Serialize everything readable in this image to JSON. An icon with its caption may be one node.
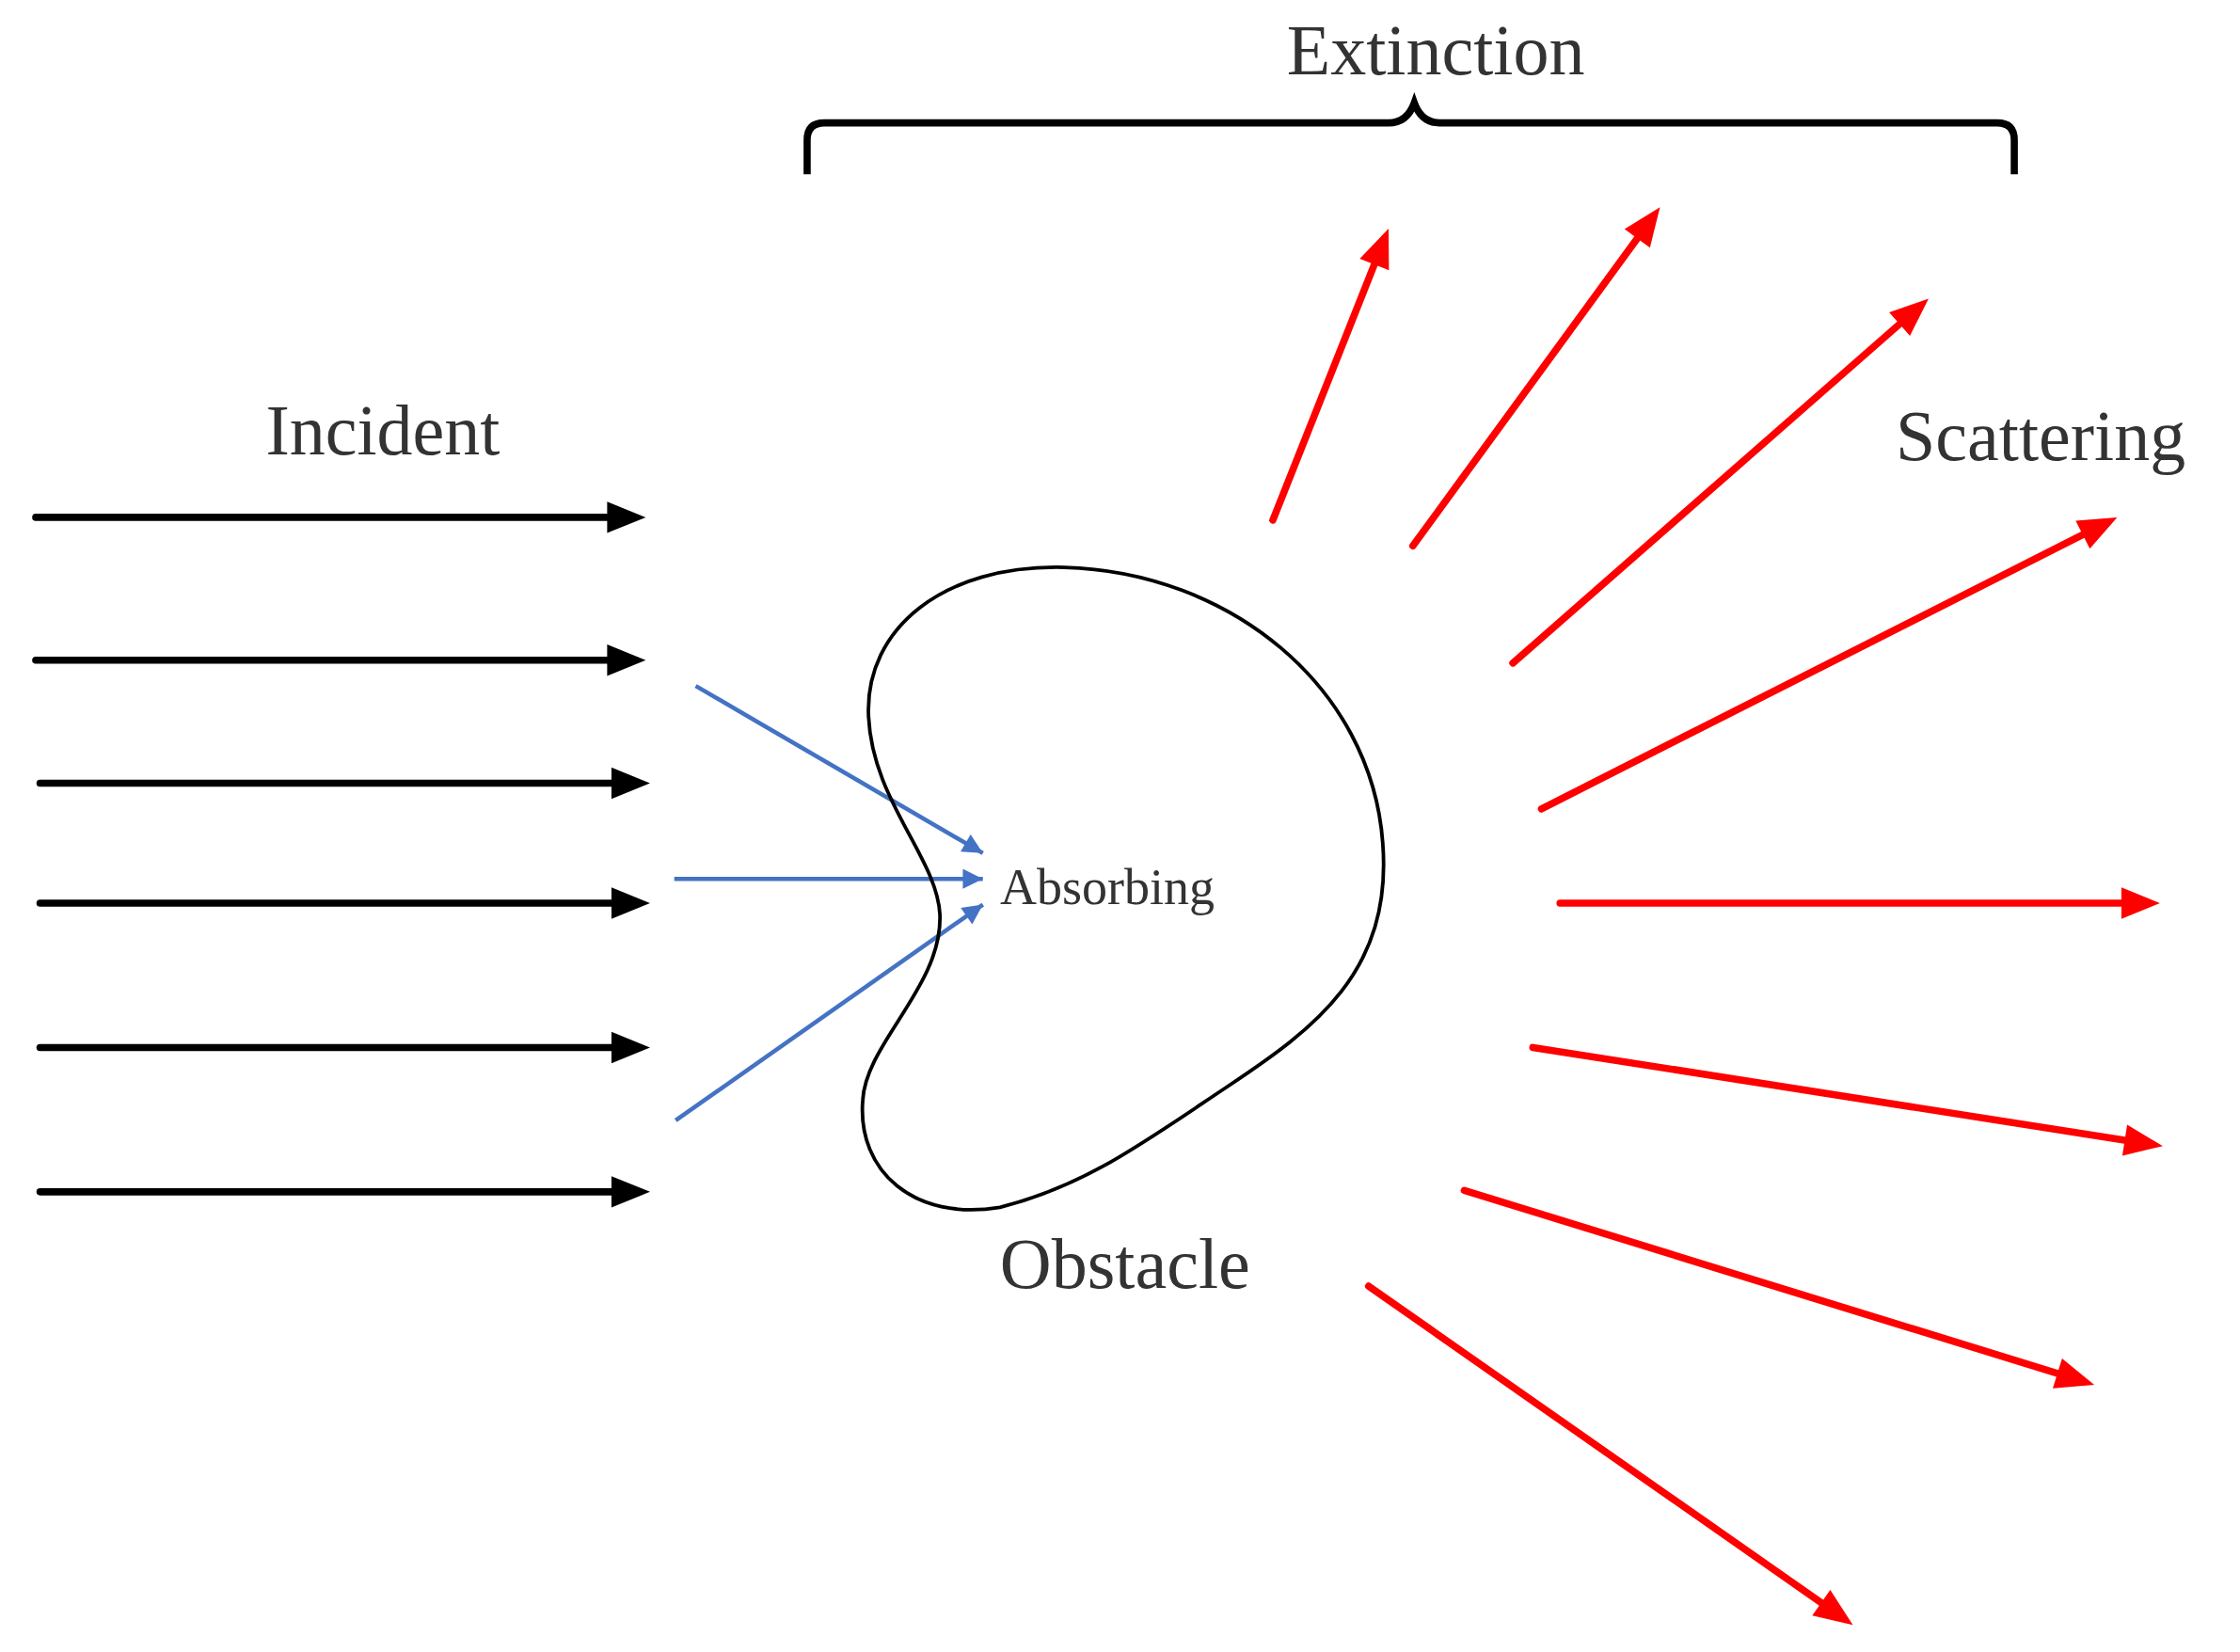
{
  "diagram": {
    "nodes": [
      {
        "text": [
          "Obstacle"
        ]
      },
      {
        "text": [
          "Absorbing"
        ],
        "in": 0
      }
    ],
    "edges": [
      {
        "from": null,
        "to": 1,
        "arrow": "to"
      },
      {
        "from": null,
        "to": 1,
        "arrow": "to"
      },
      {
        "from": null,
        "to": 1,
        "arrow": "to"
      }
    ],
    "labels": [
      "Extinction",
      "Incident",
      "Scattering"
    ]
  }
}
